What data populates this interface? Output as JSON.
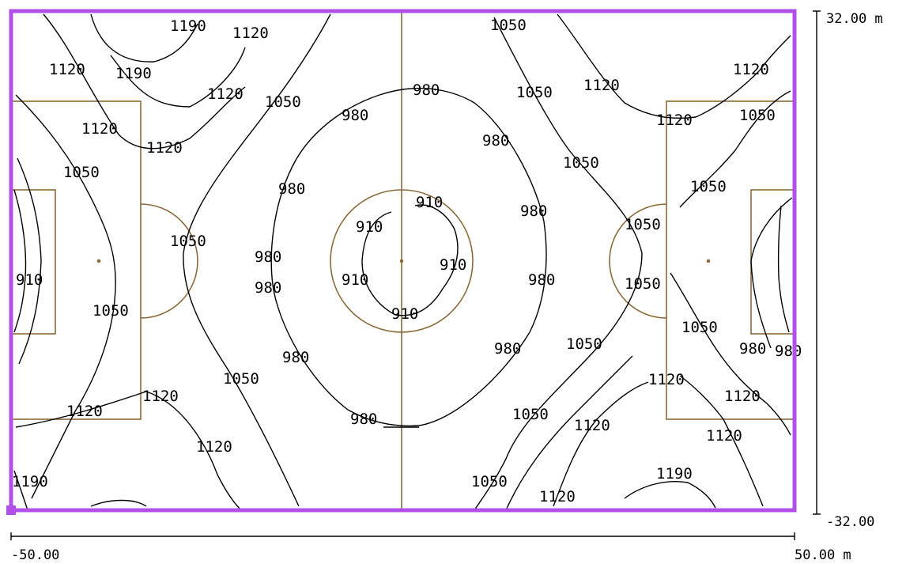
{
  "colors": {
    "boundary": "#b050e8",
    "pitch": "#8b6a3a",
    "contour": "#000000"
  },
  "scale": {
    "y_top": "32.00 m",
    "y_bottom": "-32.00",
    "x_left": "-50.00",
    "x_right": "50.00 m"
  },
  "contour_labels": [
    "1190",
    "1120",
    "1120",
    "1190",
    "1120",
    "1050",
    "1120",
    "1120",
    "1050",
    "980",
    "980",
    "1050",
    "1050",
    "1120",
    "1120",
    "1120",
    "1050",
    "980",
    "980",
    "980",
    "910",
    "910",
    "910",
    "910",
    "910",
    "910",
    "1050",
    "1050",
    "980",
    "980",
    "980",
    "1050",
    "1050",
    "980",
    "1050",
    "980",
    "980",
    "1050",
    "1120",
    "1120",
    "1120",
    "1050",
    "980",
    "1050",
    "1050",
    "1120",
    "1120",
    "1050",
    "1120",
    "1120",
    "1190"
  ]
}
